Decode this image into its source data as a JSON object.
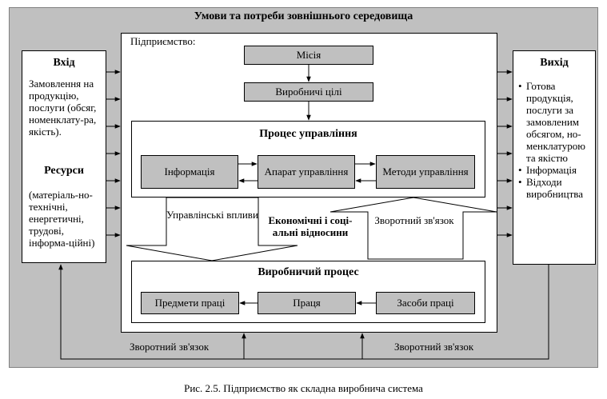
{
  "header": {
    "title": "Умови та потреби зовнішнього середовища"
  },
  "input_panel": {
    "title": "Вхід",
    "description": "Замовлення на продукцію, послуги (обсяг, номенклату-ра, якість).",
    "resources_title": "Ресурси",
    "resources_text": "(матеріаль-но-технічні, енергетичні, трудові, інформа-ційні)"
  },
  "output_panel": {
    "title": "Вихід",
    "items": [
      "Готова продукція, послуги за замовленим обсягом, но-менклатурою та якістю",
      "Інформація",
      "Відходи виробництва"
    ]
  },
  "enterprise": {
    "label": "Підприємство:",
    "mission": "Місія",
    "production_goals": "Виробничі цілі"
  },
  "management_process": {
    "title": "Процес управління",
    "information": "Інформація",
    "apparatus": "Апарат управління",
    "methods": "Методи управління"
  },
  "middle": {
    "management_influences": "Управлінські впливи",
    "economic_relations": "Економічні і соці-альні відносини",
    "feedback_inner": "Зворотний зв'язок"
  },
  "production_process": {
    "title": "Виробничий процес",
    "objects_of_labour": "Предмети праці",
    "labour": "Праця",
    "means_of_labour": "Засоби праці"
  },
  "feedback": {
    "left": "Зворотний зв'язок",
    "right": "Зворотний зв'язок"
  },
  "caption": "Рис. 2.5. Підприємство як складна виробнича система",
  "colors": {
    "panel_grey": "#c0c0c0",
    "box_grey": "#c0c0c0",
    "line": "#000000"
  }
}
